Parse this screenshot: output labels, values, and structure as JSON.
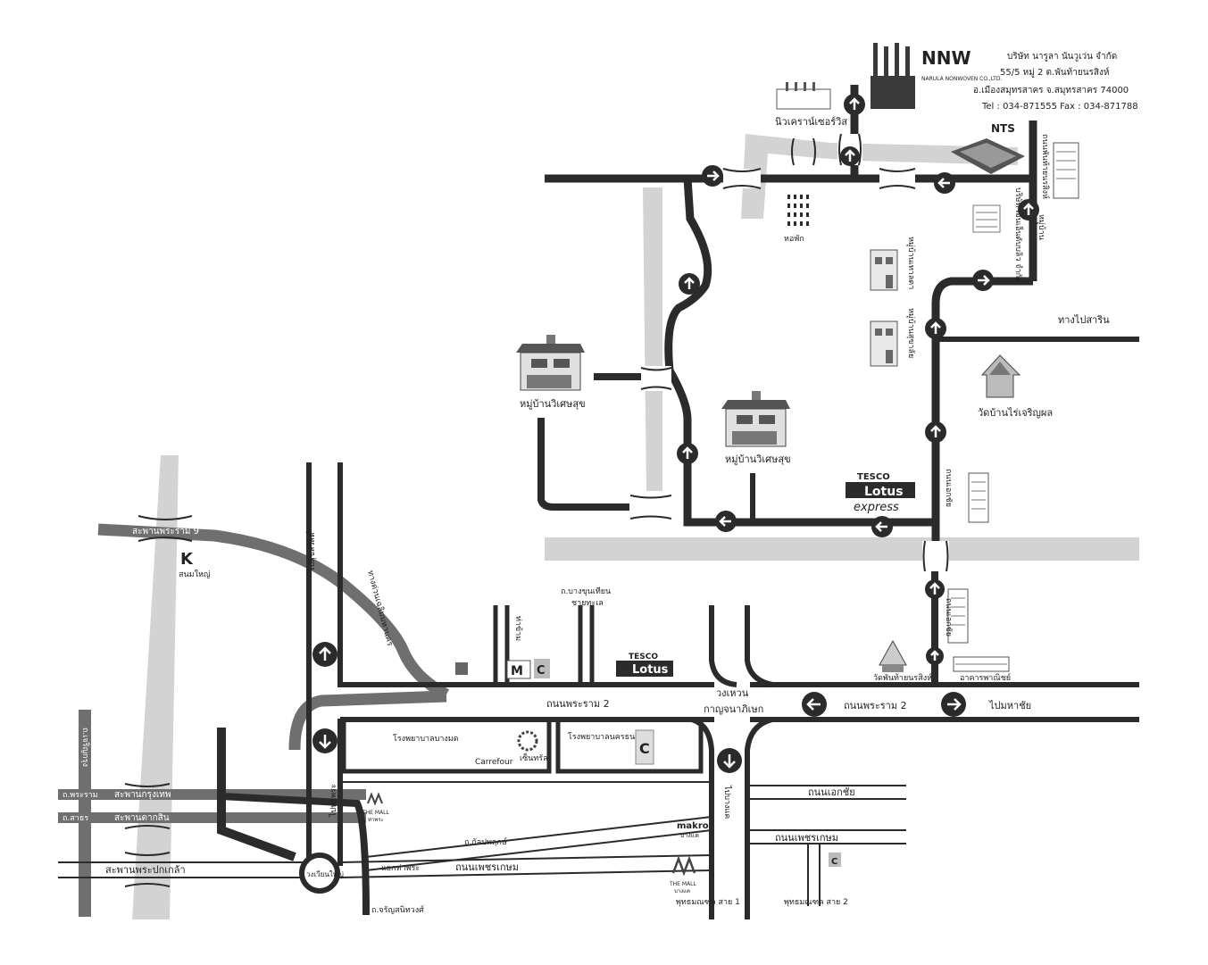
{
  "company": {
    "logo_text": "NNW",
    "logo_subtext": "NARULA NONWOVEN CO.,LTD.",
    "name": "บริษัท นารูลา นันวูเว่น จำกัด",
    "address_line1": "55/5 หมู่ 2 ต.พันท้ายนรสิงห์",
    "address_line2": "อ.เมืองสมุทรสาคร จ.สมุทรสาคร 74000",
    "contact": "Tel : 034-871555 Fax : 034-871788"
  },
  "landmarks": {
    "new_crown_service": "นิวเคราน์เซอร์วิส",
    "nts": "NTS",
    "dormitory": "หอพัก",
    "village_north_1": "หมู่บ้านเทาลดา",
    "village_north_2": "หมู่บ้านสุขาลัย",
    "to_sarin": "ทางไปสาริน",
    "wat_rai_charoen": "วัดบ้านไร่เจริญผล",
    "wiset_suk_left": "หมู่บ้านวิเศษสุข",
    "wiset_suk_center": "หมู่บ้านวิเศษสุข",
    "tesco_express_top": "TESCO",
    "tesco_express_lotus": "Lotus",
    "tesco_express_word": "express",
    "tesco_bottom_top": "TESCO",
    "tesco_bottom_lotus": "Lotus",
    "bang_khun_thian": "ถ.บางขุนเทียน",
    "chai_thale": "ชายทะเล",
    "wong_waen": "วงเหวน",
    "kanchanaphisek": "กาญจนาภิเษก",
    "rama2_center": "ถนนพระราม 2",
    "rama2_east": "ถนนพระราม 2",
    "to_mahachai": "ไปมหาชัย",
    "wat_phanthai": "วัดพันท้ายนรสิงห์",
    "phanthai_building": "อาคารพาณิชย์",
    "rama9_bridge": "สะพานพระราม 9",
    "k_village": "สนมใหญ่",
    "to_suksawat": "ไปสุขสวัสดิ์",
    "express_way": "ทางด่วนเฉลิมมหานคร",
    "phra_ram_road": "ถ.พระราม",
    "krungthep_bridge": "สะพานกรุงเทพ",
    "taksin_road": "ถ.สาธร",
    "taksin_bridge": "สะพานตากสิน",
    "pinklao_bridge": "สะพานพระปกเกล้า",
    "charoen_krung": "ถ.เจริญกรุง",
    "to_tha_phra": "ไปท่าพระ",
    "wongwian_yai": "วงเวียนใหญ่",
    "charan_sanitwong": "ถ.จรัญสนิทวงศ์",
    "the_mall_left": "THE MALL",
    "mall_left_branch": "ท่าพระ",
    "kalaphruek": "ถ.กัลปพฤกษ์",
    "phetkasem_main": "ถนนเพชรเกษม",
    "makro": "makro",
    "makro_branch": "บางแค",
    "to_bang_khae": "ไปบางแค",
    "ekachai_road": "ถนนเอกชัย",
    "phetkasem_east": "ถนนเพชรเกษม",
    "the_mall_right": "THE MALL",
    "mall_right_branch": "บางแค",
    "phutthamonthon_1": "พุทธมณฑล สาย 1",
    "phutthamonthon_2": "พุทธมณฑล สาย 2",
    "tha_phra_junction": "แยกท่าพระ",
    "road_east_vertical": "ถนนพันท้ายนรสิงห์",
    "road_phanthai_south": "ถนนเอกชัย",
    "road_phanthai_south2": "ถนนเอกชัย",
    "hospital_1": "โรงพยาบาลบางมด",
    "hospital_2": "โรงพยาบาลนครธน",
    "carrefour": "Carrefour",
    "central": "เซ็นทรัล",
    "big_c": "C",
    "mcdonalds": "M",
    "tha_kham": "ท่าข้าม",
    "electric_co": "บริษัท เอ็นเอ็นดับบลิว จำกัด",
    "to_tesco": "หมู่บ้าน"
  },
  "colors": {
    "road_main": "#2b2b2b",
    "river": "#d3d3d3",
    "expressway": "#6f6f6f",
    "building": "#3a3a3a"
  },
  "icons": {
    "direction_arrow": "arrow-circle-icon",
    "roundabout": "roundabout-icon",
    "factory": "factory-icon",
    "temple": "temple-icon",
    "house": "house-icon"
  }
}
